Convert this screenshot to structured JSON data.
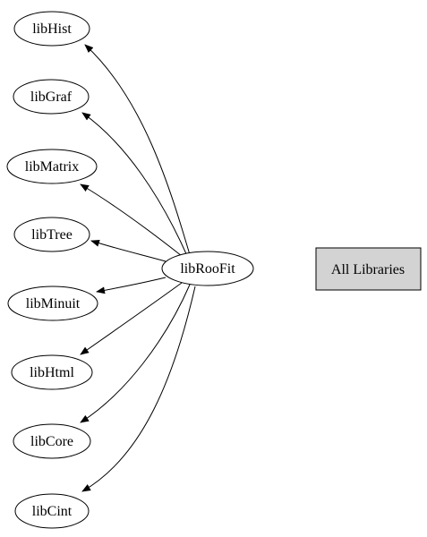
{
  "graph": {
    "center": {
      "label": "libRooFit"
    },
    "dependencies": [
      {
        "label": "libHist"
      },
      {
        "label": "libGraf"
      },
      {
        "label": "libMatrix"
      },
      {
        "label": "libTree"
      },
      {
        "label": "libMinuit"
      },
      {
        "label": "libHtml"
      },
      {
        "label": "libCore"
      },
      {
        "label": "libCint"
      }
    ],
    "all_libraries_button": {
      "label": "All Libraries"
    }
  },
  "colors": {
    "button_fill": "#d3d3d3",
    "stroke": "#000000",
    "background": "#ffffff"
  }
}
